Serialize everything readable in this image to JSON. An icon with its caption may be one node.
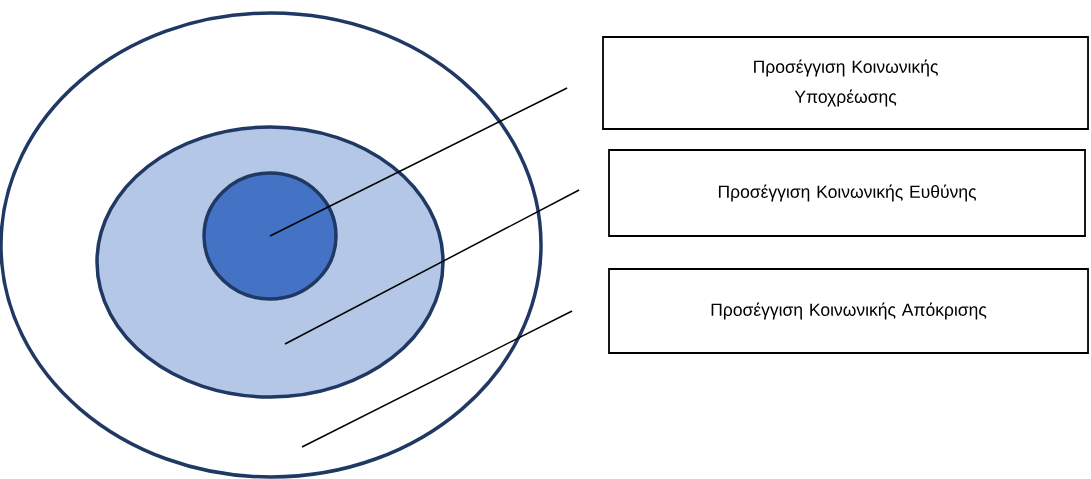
{
  "diagram": {
    "nodes": [
      {
        "text": [],
        "shape": "circle"
      },
      {
        "text": [],
        "shape": "circle",
        "in": 0
      },
      {
        "text": [],
        "shape": "circle",
        "in": 1
      },
      {
        "text": [
          "Προσέγγιση Κοινωνικής Υποχρέωσης"
        ]
      },
      {
        "text": [
          "Προσέγγιση Κοινωνικής Ευθύνης"
        ]
      },
      {
        "text": [
          "Προσέγγιση Κοινωνικής Απόκρισης"
        ]
      }
    ],
    "edges": [
      {
        "from": 3,
        "to": 2,
        "arrow": "none"
      },
      {
        "from": 4,
        "to": 1,
        "arrow": "none"
      },
      {
        "from": 5,
        "to": 0,
        "arrow": "none"
      }
    ]
  }
}
